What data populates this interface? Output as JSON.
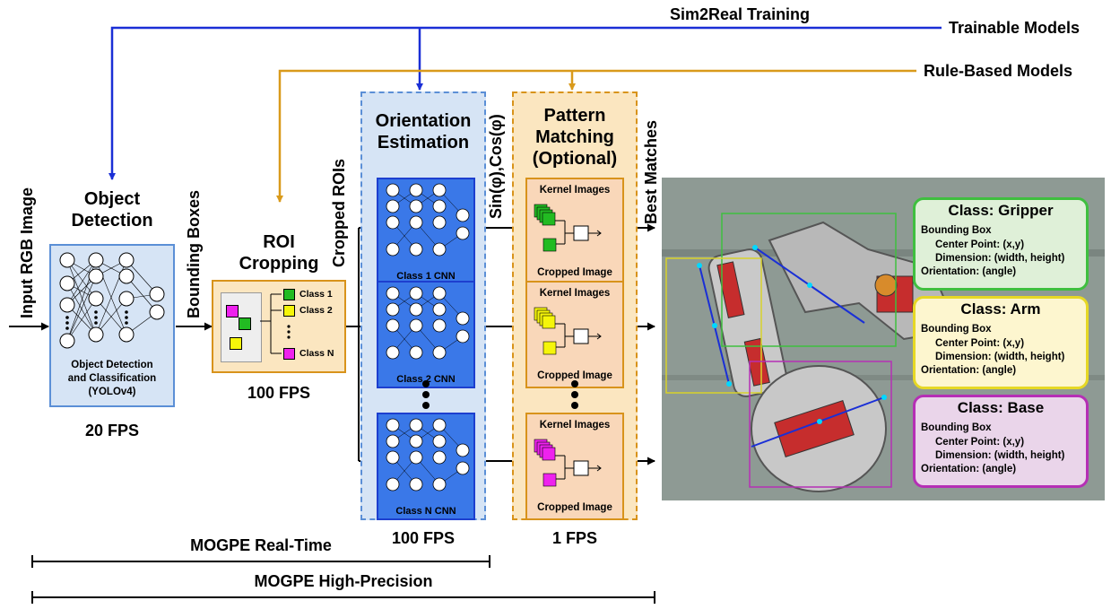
{
  "header": {
    "sim2real": "Sim2Real Training",
    "trainable": "Trainable Models",
    "rule_based": "Rule-Based Models"
  },
  "input_label": "Input RGB Image",
  "object_detection": {
    "title_line1": "Object",
    "title_line2": "Detection",
    "desc_line1": "Object Detection",
    "desc_line2": "and Classification",
    "desc_line3": "(YOLOv4)",
    "fps": "20 FPS"
  },
  "bounding_boxes_label": "Bounding Boxes",
  "roi": {
    "title_line1": "ROI",
    "title_line2": "Cropping",
    "class1": "Class 1",
    "class2": "Class 2",
    "classN": "Class N",
    "fps": "100 FPS"
  },
  "cropped_rois_label": "Cropped ROIs",
  "orientation": {
    "title_line1": "Orientation",
    "title_line2": "Estimation",
    "cnn1": "Class 1 CNN",
    "cnn2": "Class 2 CNN",
    "cnnN": "Class N CNN",
    "fps": "100 FPS"
  },
  "sincos_label": "Sin(φ),Cos(φ)",
  "pattern": {
    "title_line1": "Pattern",
    "title_line2": "Matching",
    "title_line3": "(Optional)",
    "kernel": "Kernel Images",
    "cropped": "Cropped Image",
    "fps": "1 FPS"
  },
  "best_matches_label": "Best Matches",
  "info_boxes": [
    {
      "title": "Class: Gripper",
      "bbox": "Bounding Box",
      "center": "Center Point: (x,y)",
      "dim": "Dimension: (width, height)",
      "orient": "Orientation: (angle)",
      "border": "#3fbf3f",
      "fill": "#dff0d8"
    },
    {
      "title": "Class: Arm",
      "bbox": "Bounding Box",
      "center": "Center Point: (x,y)",
      "dim": "Dimension: (width, height)",
      "orient": "Orientation: (angle)",
      "border": "#e6d825",
      "fill": "#fdf6cf"
    },
    {
      "title": "Class: Base",
      "bbox": "Bounding Box",
      "center": "Center Point: (x,y)",
      "dim": "Dimension: (width, height)",
      "orient": "Orientation: (angle)",
      "border": "#b52fb5",
      "fill": "#ead5ea"
    }
  ],
  "bottom": {
    "realtime": "MOGPE Real-Time",
    "highprec": "MOGPE High-Precision"
  },
  "colors": {
    "trainable": "#1a2fd6",
    "rule_based": "#d99a1b",
    "class1": "#22bb22",
    "class2": "#f5f50a",
    "classN": "#ee22ee"
  }
}
